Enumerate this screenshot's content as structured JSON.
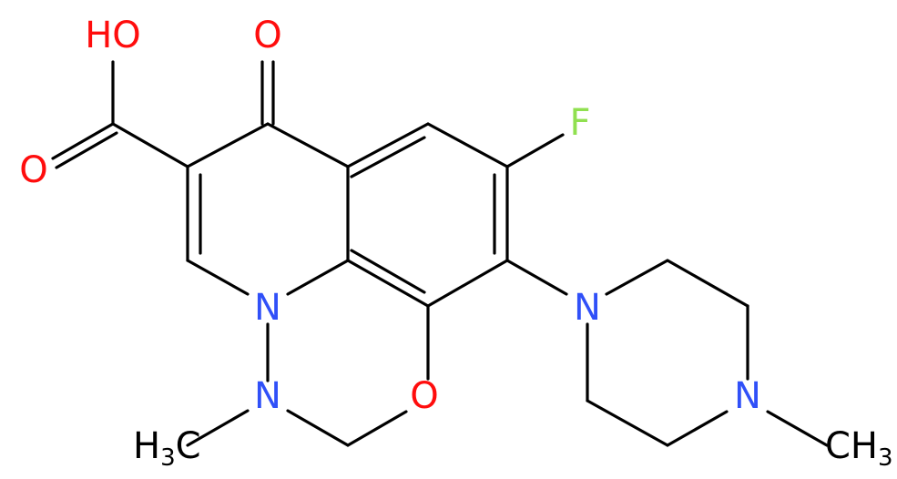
{
  "colors": {
    "bond": "#000000",
    "oxygen": "#ff0d0d",
    "nitrogen": "#3050f8",
    "fluorine": "#90e050",
    "carbon": "#000000"
  },
  "atoms": {
    "oh_label": "HO",
    "carbonyl_o": "O",
    "acid_o": "O",
    "fluorine": "F",
    "n_ring": "N",
    "n_piperazine": "N",
    "n_methyl_amine": "N",
    "o_ring": "O",
    "n_piperazine_far": "N",
    "h3c_h": "H",
    "h3c_sub": "3",
    "h3c_c": "C",
    "ch3_c": "CH",
    "ch3_sub": "3"
  }
}
